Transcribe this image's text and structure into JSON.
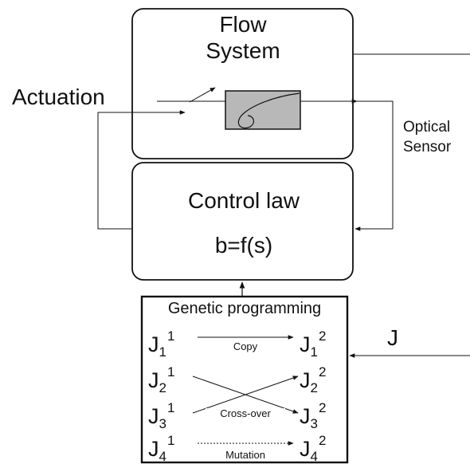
{
  "flow_system": {
    "line1": "Flow",
    "line2": "System"
  },
  "actuation_label": "Actuation",
  "sensor": {
    "line1": "Optical",
    "line2": "Sensor"
  },
  "control_law": {
    "title": "Control law",
    "formula": "b=f(s)"
  },
  "gp": {
    "title": "Genetic programming",
    "symbol": "J",
    "parents": [
      {
        "sub": "1",
        "sup": "1"
      },
      {
        "sub": "2",
        "sup": "1"
      },
      {
        "sub": "3",
        "sup": "1"
      },
      {
        "sub": "4",
        "sup": "1"
      }
    ],
    "children": [
      {
        "sub": "1",
        "sup": "2"
      },
      {
        "sub": "2",
        "sup": "2"
      },
      {
        "sub": "3",
        "sup": "2"
      },
      {
        "sub": "4",
        "sup": "2"
      }
    ],
    "ops": {
      "copy": "Copy",
      "crossover": "Cross-over",
      "mutation": "Mutation"
    }
  },
  "cost_label": "J",
  "colors": {
    "stroke": "#111111",
    "sensor_fill": "#b8b8b8",
    "background": "#ffffff"
  }
}
